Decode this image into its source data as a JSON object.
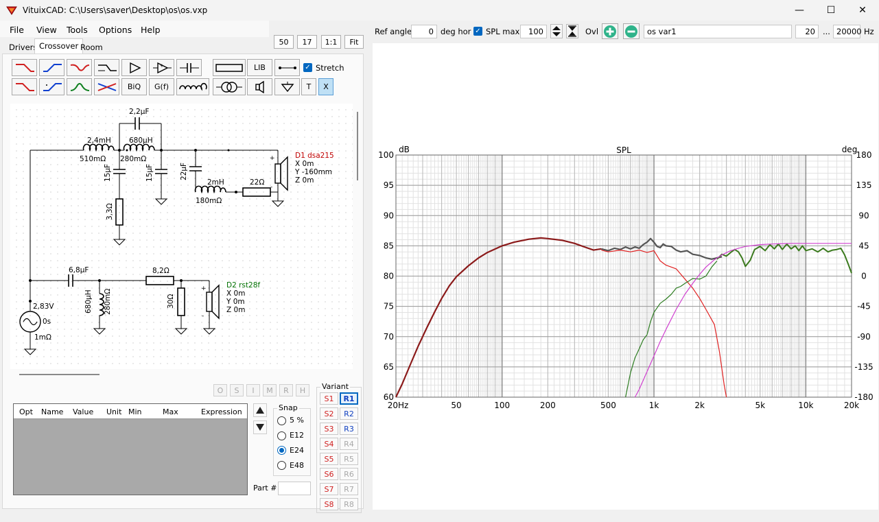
{
  "window": {
    "title": "VituixCAD: C:\\Users\\saver\\Desktop\\os\\os.vxp",
    "minimize": "—",
    "maximize": "☐",
    "close": "✕"
  },
  "menu": [
    "File",
    "View",
    "Tools",
    "Options",
    "Help"
  ],
  "zoom_buttons": [
    "50",
    "17",
    "1:1",
    "Fit"
  ],
  "tabs": [
    "Drivers",
    "Crossover",
    "Room"
  ],
  "toolbar": {
    "lib": "LIB",
    "biq": "BiQ",
    "gf": "G(f)",
    "t": "T",
    "x": "X",
    "stretch": "Stretch"
  },
  "schematic": {
    "labels": [
      {
        "id": "c1",
        "text": "2,2µF"
      },
      {
        "id": "l1",
        "text": "2,4mH"
      },
      {
        "id": "l1r",
        "text": "510mΩ"
      },
      {
        "id": "l2",
        "text": "680µH"
      },
      {
        "id": "l2r",
        "text": "280mΩ"
      },
      {
        "id": "l3",
        "text": "2mH"
      },
      {
        "id": "l3r",
        "text": "180mΩ"
      },
      {
        "id": "r1",
        "text": "22Ω"
      },
      {
        "id": "c5",
        "text": "6,8µF"
      },
      {
        "id": "r3",
        "text": "8,2Ω"
      },
      {
        "id": "v",
        "text": "2,83V"
      },
      {
        "id": "vt",
        "text": "0s"
      },
      {
        "id": "vr",
        "text": "1mΩ"
      }
    ],
    "vlabels": [
      {
        "id": "c2",
        "text": "15µF"
      },
      {
        "id": "c3",
        "text": "15µF"
      },
      {
        "id": "c4",
        "text": "22µF"
      },
      {
        "id": "r2",
        "text": "3,3Ω"
      },
      {
        "id": "l4",
        "text": "680µH"
      },
      {
        "id": "l4r",
        "text": "280mΩ"
      },
      {
        "id": "r4",
        "text": "30Ω"
      }
    ],
    "driver1": {
      "name": "D1 dsa215",
      "x": "X 0m",
      "y": "Y -160mm",
      "z": "Z 0m"
    },
    "driver2": {
      "name": "D2 rst28f",
      "x": "X 0m",
      "y": "Y 0m",
      "z": "Z 0m"
    }
  },
  "optimizer": {
    "buttons": [
      "O",
      "S",
      "I",
      "M",
      "R",
      "H"
    ],
    "columns": [
      "Opt",
      "Name",
      "Value",
      "Unit",
      "Min",
      "Max",
      "Expression"
    ],
    "snap_title": "Snap",
    "snap_options": [
      "5 %",
      "E12",
      "E24",
      "E48"
    ],
    "snap_selected": "E24",
    "part_label": "Part #",
    "part_value": ""
  },
  "variant": {
    "title": "Variant",
    "s": [
      "S1",
      "S2",
      "S3",
      "S4",
      "S5",
      "S6",
      "S7",
      "S8"
    ],
    "r": [
      "R1",
      "R2",
      "R3",
      "R4",
      "R5",
      "R6",
      "R7",
      "R8"
    ],
    "selected": "R1"
  },
  "chart_toolbar": {
    "ref_angle_label": "Ref angle",
    "ref_angle_value": "0",
    "deg_hor": "deg hor",
    "spl_max_label": "SPL max",
    "spl_max_value": "100",
    "ovl": "Ovl",
    "variant_name": "os var1",
    "fmin": "20",
    "dots": "...",
    "fmax": "20000",
    "hz": "Hz"
  },
  "chart_data": {
    "type": "line",
    "title": "SPL",
    "ylabel": "dB",
    "y2label": "deg",
    "xscale": "log",
    "xlim": [
      20,
      20000
    ],
    "ylim": [
      60,
      100
    ],
    "y2lim": [
      -180,
      180
    ],
    "yticks": [
      60,
      65,
      70,
      75,
      80,
      85,
      90,
      95,
      100
    ],
    "y2ticks": [
      -180,
      -135,
      -90,
      -45,
      0,
      45,
      90,
      135,
      180
    ],
    "xticks": [
      {
        "v": 20,
        "label": "20Hz"
      },
      {
        "v": 50,
        "label": "50"
      },
      {
        "v": 100,
        "label": "100"
      },
      {
        "v": 200,
        "label": "200"
      },
      {
        "v": 500,
        "label": "500"
      },
      {
        "v": 1000,
        "label": "1k"
      },
      {
        "v": 2000,
        "label": "2k"
      },
      {
        "v": 5000,
        "label": "5k"
      },
      {
        "v": 10000,
        "label": "10k"
      },
      {
        "v": 20000,
        "label": "20k"
      }
    ],
    "series": [
      {
        "color": "#555555",
        "width": 2.2,
        "x": [
          450,
          500,
          550,
          600,
          650,
          700,
          750,
          800,
          850,
          900,
          950,
          1000,
          1050,
          1100,
          1150,
          1200,
          1300,
          1400,
          1500,
          1650,
          1800,
          2000,
          2200,
          2400,
          2600,
          2800
        ],
        "y": [
          84.5,
          84.2,
          84.6,
          84.4,
          84.8,
          84.5,
          84.8,
          84.6,
          85.2,
          85.6,
          86.2,
          85.6,
          84.9,
          84.7,
          85.3,
          85.0,
          84.9,
          84.3,
          84.0,
          84.2,
          83.6,
          83.4,
          83.0,
          82.8,
          83.0,
          83.2
        ]
      },
      {
        "color": "#8b1a1a",
        "width": 2.2,
        "x": [
          20,
          22,
          25,
          28,
          32,
          36,
          40,
          45,
          50,
          60,
          70,
          80,
          100,
          120,
          150,
          180,
          200,
          250,
          300,
          350,
          400,
          450
        ],
        "y": [
          60.0,
          62.2,
          65.5,
          68.4,
          71.5,
          74.1,
          76.3,
          78.4,
          79.9,
          81.7,
          83.0,
          83.9,
          85.0,
          85.6,
          86.1,
          86.3,
          86.2,
          85.9,
          85.4,
          84.8,
          84.3,
          84.5
        ]
      },
      {
        "color": "#e02020",
        "width": 1.2,
        "x": [
          450,
          500,
          600,
          700,
          800,
          900,
          1000,
          1100,
          1200,
          1400,
          1600,
          1800,
          2000,
          2200,
          2500,
          2700,
          2900,
          3000
        ],
        "y": [
          84.3,
          84.0,
          84.3,
          84.0,
          84.3,
          83.9,
          84.2,
          82.5,
          81.8,
          81.2,
          79.5,
          78.0,
          76.3,
          74.5,
          72.0,
          67.5,
          62.0,
          60.0
        ]
      },
      {
        "color": "#2e7d22",
        "width": 1.2,
        "x": [
          650,
          700,
          750,
          800,
          850,
          900,
          950,
          1000,
          1100,
          1200,
          1300,
          1400,
          1500,
          1600,
          1700,
          1800,
          2000,
          2200,
          2400,
          2600
        ],
        "y": [
          60.0,
          64.0,
          66.5,
          68.0,
          69.5,
          70.3,
          72.5,
          74.0,
          75.5,
          76.2,
          77.0,
          78.0,
          78.3,
          78.8,
          79.2,
          79.6,
          79.5,
          80.0,
          81.5,
          82.5
        ]
      },
      {
        "color": "#3b7a1e",
        "width": 2.0,
        "x": [
          2600,
          2800,
          3000,
          3200,
          3400,
          3600,
          3800,
          4000,
          4300,
          4600,
          5000,
          5400,
          5800,
          6200,
          6600,
          7000,
          7500,
          8000,
          8500,
          9000,
          9500,
          10000,
          11000,
          12000,
          13000,
          14000,
          15000,
          16000,
          17000,
          18000,
          19000,
          20000
        ],
        "y": [
          82.8,
          83.6,
          83.3,
          83.9,
          84.4,
          84.0,
          83.0,
          81.6,
          82.6,
          84.4,
          84.9,
          84.2,
          85.2,
          84.5,
          85.3,
          84.4,
          85.3,
          84.5,
          85.0,
          84.2,
          85.0,
          84.2,
          84.5,
          84.0,
          84.6,
          84.0,
          84.3,
          84.4,
          84.6,
          83.5,
          82.0,
          80.5
        ]
      },
      {
        "color": "#d040d0",
        "width": 1.2,
        "x": [
          750,
          800,
          900,
          1000,
          1100,
          1200,
          1400,
          1600,
          1800,
          2000,
          2200,
          2500,
          2800,
          3200,
          3600,
          4000,
          5000,
          6000,
          8000,
          10000,
          15000,
          20000
        ],
        "y": [
          60.0,
          61.3,
          64.2,
          66.8,
          69.2,
          71.2,
          74.5,
          77.0,
          78.8,
          80.3,
          81.5,
          82.7,
          83.5,
          84.2,
          84.6,
          84.9,
          85.2,
          85.3,
          85.4,
          85.4,
          85.4,
          85.4
        ]
      }
    ]
  },
  "colors": {
    "accent": "#0067c0",
    "add_btn": "#2fb38a"
  }
}
